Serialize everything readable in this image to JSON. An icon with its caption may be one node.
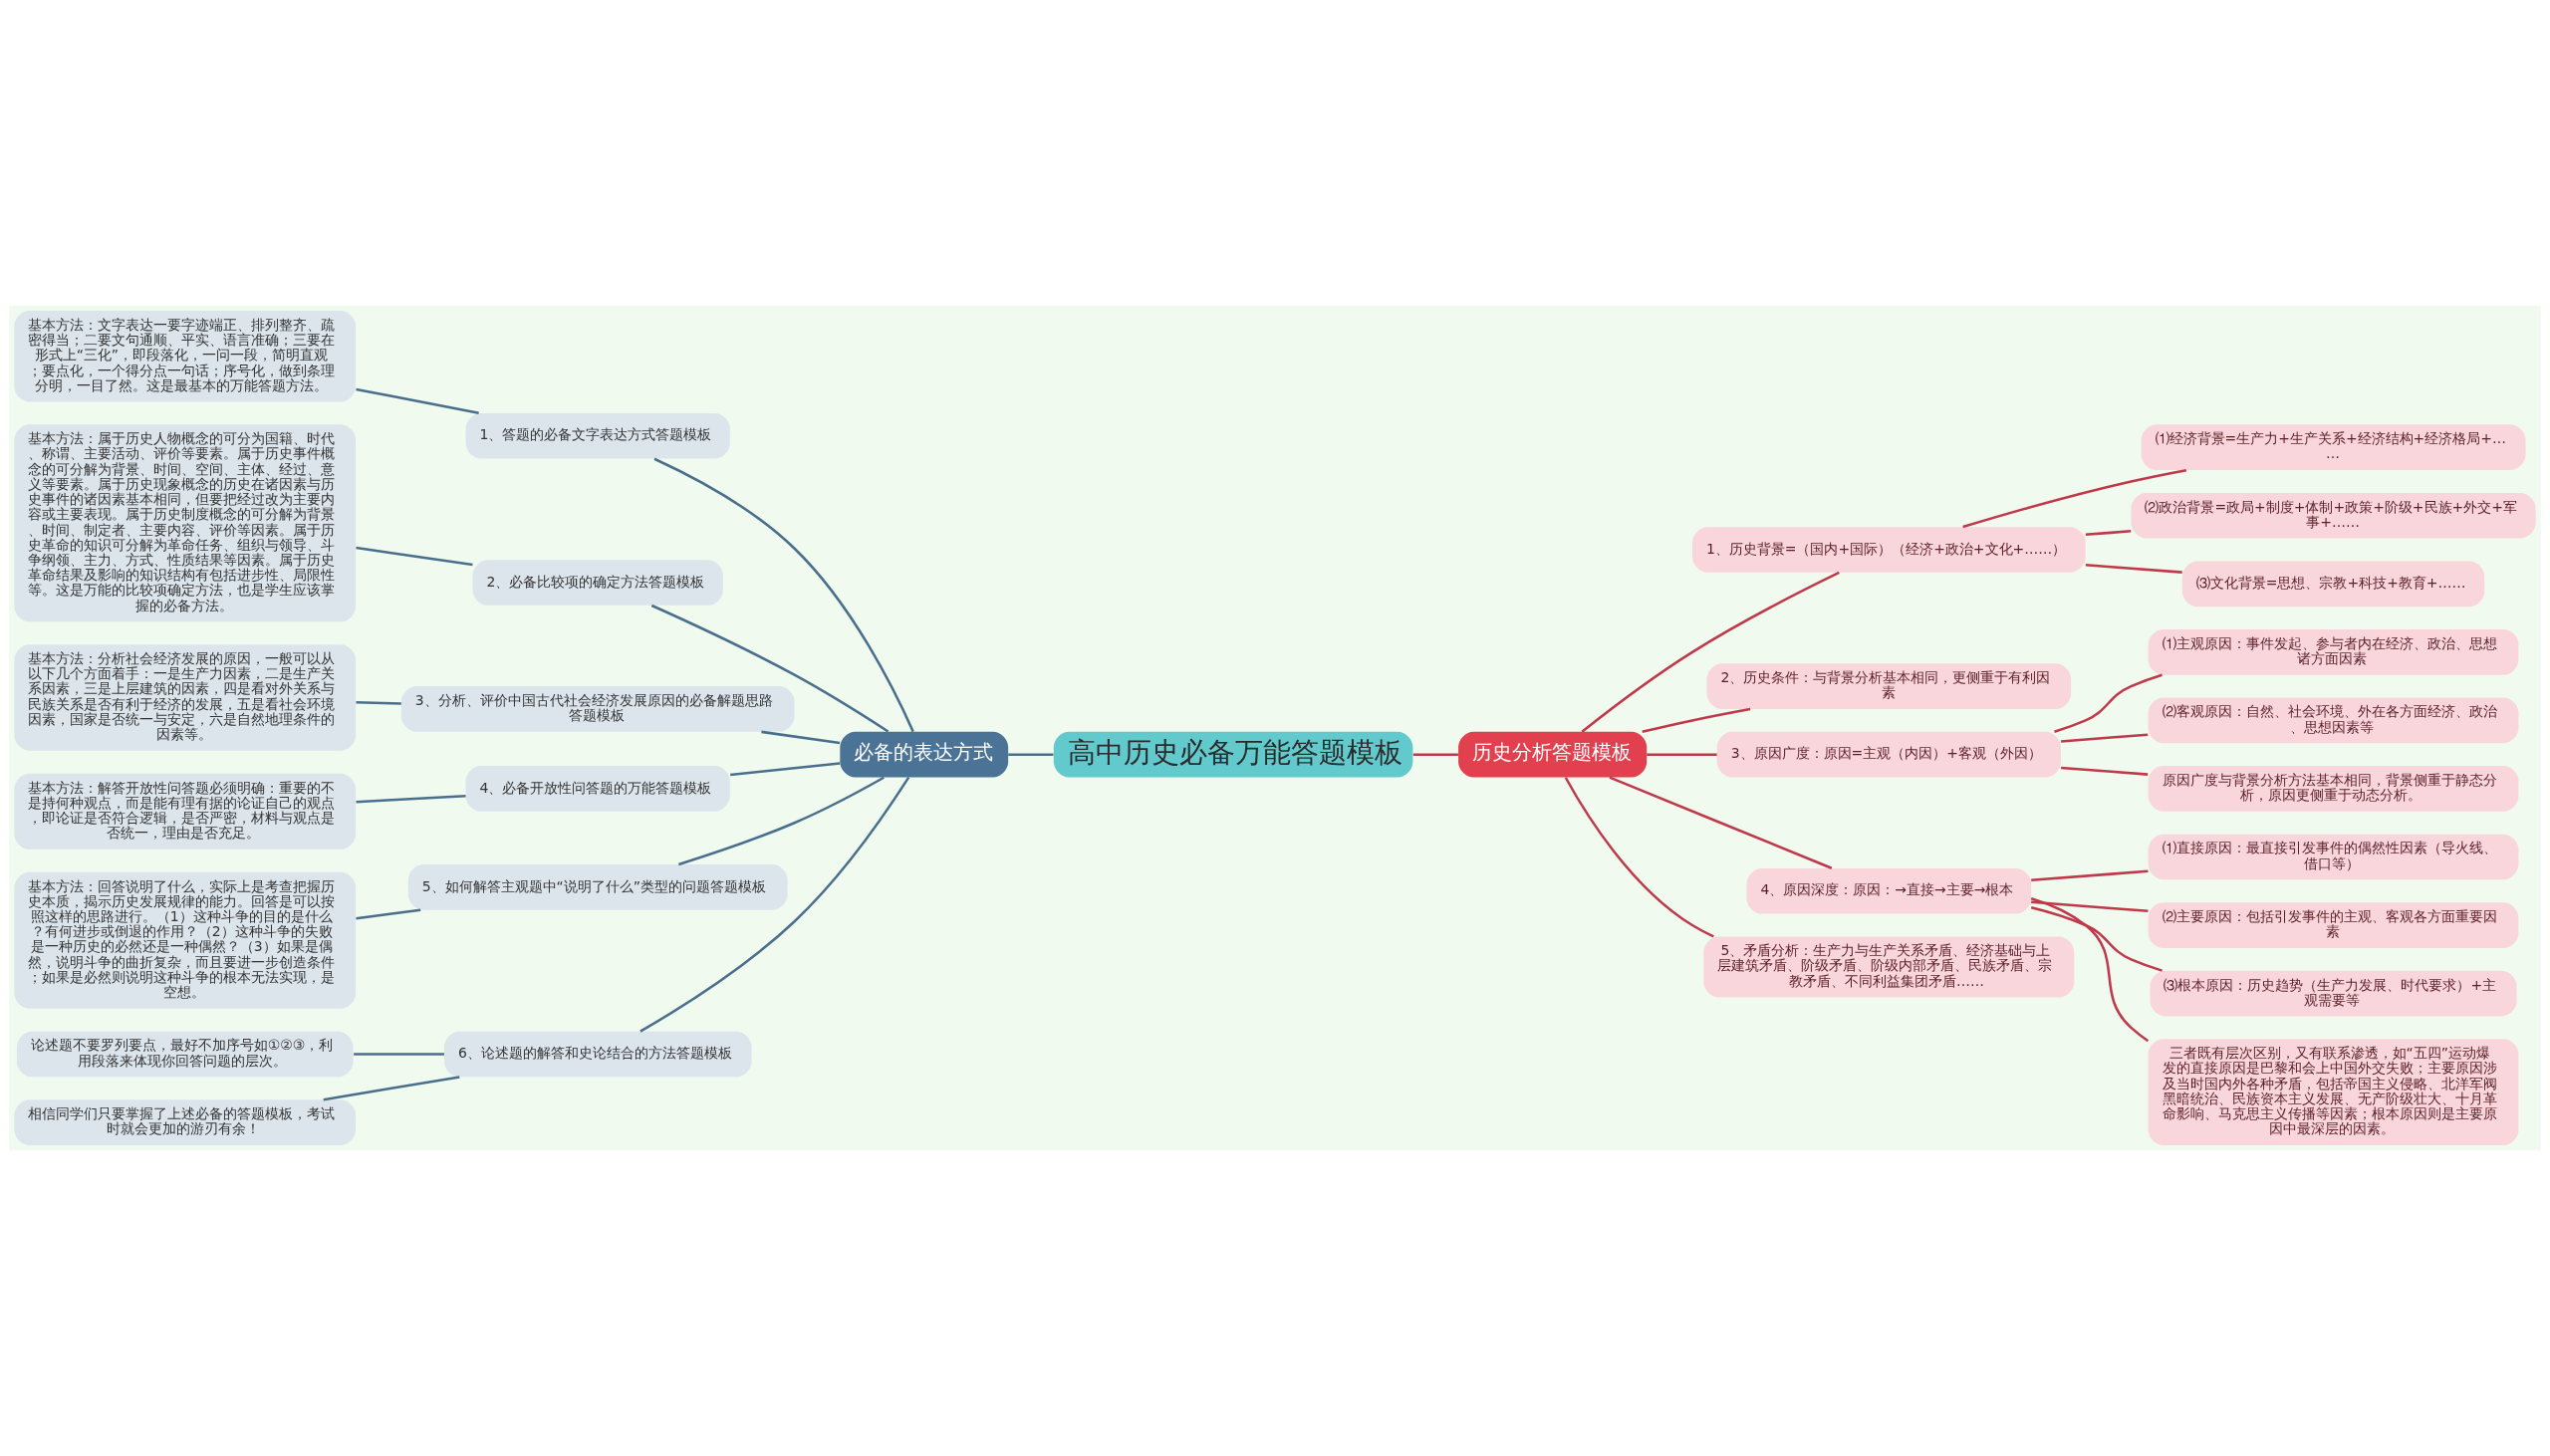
{
  "diagram": {
    "nodes": [
      {
        "text": [
          "高中历史必备万能答题模板"
        ]
      },
      {
        "text": [
          "必备的表达方式"
        ]
      },
      {
        "text": [
          "1、答题的必备文字表达方式答题模板"
        ]
      },
      {
        "text": [
          "基本方法：文字表达一要字迹端正、排列整齐、疏密得当；二要文句通顺、平实、语言准确；三要在形式上“三化”，即段落化，一问一段，简明直观；要点化，一个得分点一句话；序号化，做到条理分明，一目了然。这是最基本的万能答题方法。"
        ]
      },
      {
        "text": [
          "2、必备比较项的确定方法答题模板"
        ]
      },
      {
        "text": [
          "基本方法：属于历史人物概念的可分为国籍、时代、称谓、主要活动、评价等要素。属于历史事件概念的可分解为背景、时间、空间、主体、经过、意义等要素。属于历史现象概念的历史在诸因素与历史事件的诸因素基本相同，但要把经过改为主要内容或主要表现。属于历史制度概念的可分解为背景、时间、制定者、主要内容、评价等因素。属于历史革命的知识可分解为革命任务、组织与领导、斗争纲领、主力、方式、性质结果等因素。属于历史革命结果及影响的知识结构有包括进步性、局限性等。这是万能的比较项确定方法，也是学生应该掌握的必备方法。"
        ]
      },
      {
        "text": [
          "3、分析、评价中国古代社会经济发展原因的必备解题思路答题模板"
        ]
      },
      {
        "text": [
          "基本方法：分析社会经济发展的原因，一般可以从以下几个方面着手：一是生产力因素，二是生产关系因素，三是上层建筑的因素，四是看对外关系与民族关系是否有利于经济的发展，五是看社会环境因素，国家是否统一与安定，六是自然地理条件的因素等。"
        ]
      },
      {
        "text": [
          "4、必备开放性问答题的万能答题模板"
        ]
      },
      {
        "text": [
          "基本方法：解答开放性问答题必须明确：重要的不是持何种观点，而是能有理有据的论证自己的观点，即论证是否符合逻辑，是否严密，材料与观点是否统一，理由是否充足。"
        ]
      },
      {
        "text": [
          "5、如何解答主观题中“说明了什么”类型的问题答题模板"
        ]
      },
      {
        "text": [
          "基本方法：回答说明了什么，实际上是考查把握历史本质，揭示历史发展规律的能力。回答是可以按照这样的思路进行。（1）这种斗争的目的是什么？有何进步或倒退的作用？（2）这种斗争的失败是一种历史的必然还是一种偶然？（3）如果是偶然，说明斗争的曲折复杂，而且要进一步创造条件；如果是必然则说明这种斗争的根本无法实现，是空想。"
        ]
      },
      {
        "text": [
          "6、论述题的解答和史论结合的方法答题模板"
        ]
      },
      {
        "text": [
          "论述题不要罗列要点，最好不加序号如①②③，利用段落来体现你回答问题的层次。"
        ]
      },
      {
        "text": [
          "相信同学们只要掌握了上述必备的答题模板，考试时就会更加的游刃有余！"
        ]
      },
      {
        "text": [
          "历史分析答题模板"
        ]
      },
      {
        "text": [
          "1、历史背景=（国内+国际）（经济+政治+文化+……）"
        ]
      },
      {
        "text": [
          "⑴经济背景=生产力+生产关系+经济结构+经济格局+……"
        ]
      },
      {
        "text": [
          "⑵政治背景=政局+制度+体制+政策+阶级+民族+外交+军事+……"
        ]
      },
      {
        "text": [
          "⑶文化背景=思想、宗教+科技+教育+……"
        ]
      },
      {
        "text": [
          "2、历史条件：与背景分析基本相同，更侧重于有利因素"
        ]
      },
      {
        "text": [
          "3、原因广度：原因=主观（内因）+客观（外因）"
        ]
      },
      {
        "text": [
          "⑴主观原因：事件发起、参与者内在经济、政治、思想诸方面因素"
        ]
      },
      {
        "text": [
          "⑵客观原因：自然、社会环境、外在各方面经济、政治、思想因素等"
        ]
      },
      {
        "text": [
          "原因广度与背景分析方法基本相同，背景侧重于静态分析，原因更侧重于动态分析。"
        ]
      },
      {
        "text": [
          "4、原因深度：原因：→直接→主要→根本"
        ]
      },
      {
        "text": [
          "⑴直接原因：最直接引发事件的偶然性因素（导火线、借口等）"
        ]
      },
      {
        "text": [
          "⑵主要原因：包括引发事件的主观、客观各方面重要因素"
        ]
      },
      {
        "text": [
          "⑶根本原因：历史趋势（生产力发展、时代要求）+主观需要等"
        ]
      },
      {
        "text": [
          "三者既有层次区别，又有联系渗透，如“五四”运动爆发的直接原因是巴黎和会上中国外交失败；主要原因涉及当时国内外各种矛盾，包括帝国主义侵略、北洋军阀黑暗统治、民族资本主义发展、无产阶级壮大、十月革命影响、马克思主义传播等因素；根本原因则是主要原因中最深层的因素。"
        ]
      },
      {
        "text": [
          "5、矛盾分析：生产力与生产关系矛盾、经济基础与上层建筑矛盾、阶级矛盾、阶级内部矛盾、民族矛盾、宗教矛盾、不同利益集团矛盾……"
        ]
      }
    ],
    "edges": [
      {
        "from": 0,
        "to": 1,
        "arrow": "none",
        "color": "#4a6f8c"
      },
      {
        "from": 1,
        "to": 2,
        "arrow": "none",
        "color": "#4a6f8c"
      },
      {
        "from": 2,
        "to": 3,
        "arrow": "none",
        "color": "#4a6f8c"
      },
      {
        "from": 1,
        "to": 4,
        "arrow": "none",
        "color": "#4a6f8c"
      },
      {
        "from": 4,
        "to": 5,
        "arrow": "none",
        "color": "#4a6f8c"
      },
      {
        "from": 1,
        "to": 6,
        "arrow": "none",
        "color": "#4a6f8c"
      },
      {
        "from": 6,
        "to": 7,
        "arrow": "none",
        "color": "#4a6f8c"
      },
      {
        "from": 1,
        "to": 8,
        "arrow": "none",
        "color": "#4a6f8c"
      },
      {
        "from": 8,
        "to": 9,
        "arrow": "none",
        "color": "#4a6f8c"
      },
      {
        "from": 1,
        "to": 10,
        "arrow": "none",
        "color": "#4a6f8c"
      },
      {
        "from": 10,
        "to": 11,
        "arrow": "none",
        "color": "#4a6f8c"
      },
      {
        "from": 1,
        "to": 12,
        "arrow": "none",
        "color": "#4a6f8c"
      },
      {
        "from": 12,
        "to": 13,
        "arrow": "none",
        "color": "#4a6f8c"
      },
      {
        "from": 12,
        "to": 14,
        "arrow": "none",
        "color": "#4a6f8c"
      },
      {
        "from": 0,
        "to": 15,
        "arrow": "none"
      },
      {
        "from": 15,
        "to": 16,
        "arrow": "none"
      },
      {
        "from": 16,
        "to": 17,
        "arrow": "none"
      },
      {
        "from": 16,
        "to": 18,
        "arrow": "none"
      },
      {
        "from": 16,
        "to": 19,
        "arrow": "none"
      },
      {
        "from": 15,
        "to": 20,
        "arrow": "none"
      },
      {
        "from": 15,
        "to": 21,
        "arrow": "none"
      },
      {
        "from": 21,
        "to": 22,
        "arrow": "none"
      },
      {
        "from": 21,
        "to": 23,
        "arrow": "none"
      },
      {
        "from": 21,
        "to": 24,
        "arrow": "none"
      },
      {
        "from": 15,
        "to": 25,
        "arrow": "none"
      },
      {
        "from": 25,
        "to": 26,
        "arrow": "none"
      },
      {
        "from": 25,
        "to": 27,
        "arrow": "none"
      },
      {
        "from": 25,
        "to": 28,
        "arrow": "none"
      },
      {
        "from": 25,
        "to": 29,
        "arrow": "none"
      },
      {
        "from": 15,
        "to": 30,
        "arrow": "none"
      }
    ]
  }
}
